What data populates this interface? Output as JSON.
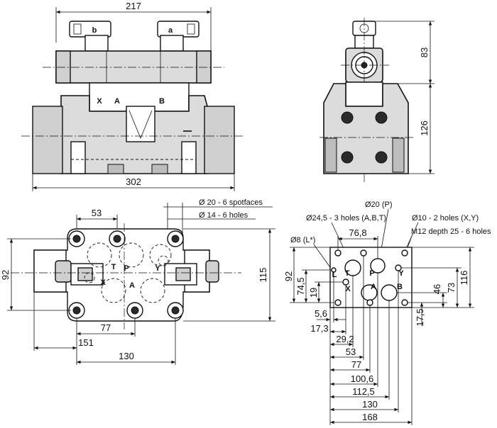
{
  "front_view": {
    "dims": {
      "width_top": "217",
      "width_bottom": "302"
    },
    "solenoid_labels": {
      "left": "b",
      "right": "a"
    },
    "port_labels": {
      "x": "X",
      "a": "A",
      "b": "B"
    }
  },
  "side_view": {
    "dims": {
      "top_height": "83",
      "body_height": "126"
    }
  },
  "bottom_view": {
    "callouts": {
      "spotfaces": "Ø 20 - 6 spotfaces",
      "holes": "Ø 14 - 6 holes"
    },
    "dims": {
      "d53": "53",
      "d77": "77",
      "d151": "151",
      "d130": "130",
      "d92": "92",
      "d115": "115"
    },
    "port_labels": {
      "t": "T",
      "p": "P",
      "y": "Y",
      "x": "X",
      "a": "A"
    }
  },
  "mounting_face": {
    "callouts": {
      "p_hole": "Ø20 (P)",
      "abt_holes": "Ø24,5 - 3 holes (A,B,T)",
      "xy_holes": "Ø10 - 2 holes (X,Y)",
      "thread": "M12 depth 25 - 6 holes",
      "l_hole": "Ø8 (L*)"
    },
    "dims": {
      "d76_8": "76,8",
      "d92": "92",
      "d74_5": "74,5",
      "d19": "19",
      "d5_6": "5,6",
      "d17_3": "17,3",
      "d29_2": "29,2",
      "d53": "53",
      "d77": "77",
      "d100_6": "100,6",
      "d112_5": "112,5",
      "d130": "130",
      "d168": "168",
      "d46": "46",
      "d73": "73",
      "d116": "116",
      "d17_5": "17,5"
    },
    "port_labels": {
      "l": "L",
      "t": "T",
      "p": "P",
      "x": "X",
      "a": "A",
      "b": "B",
      "y": "Y"
    }
  }
}
